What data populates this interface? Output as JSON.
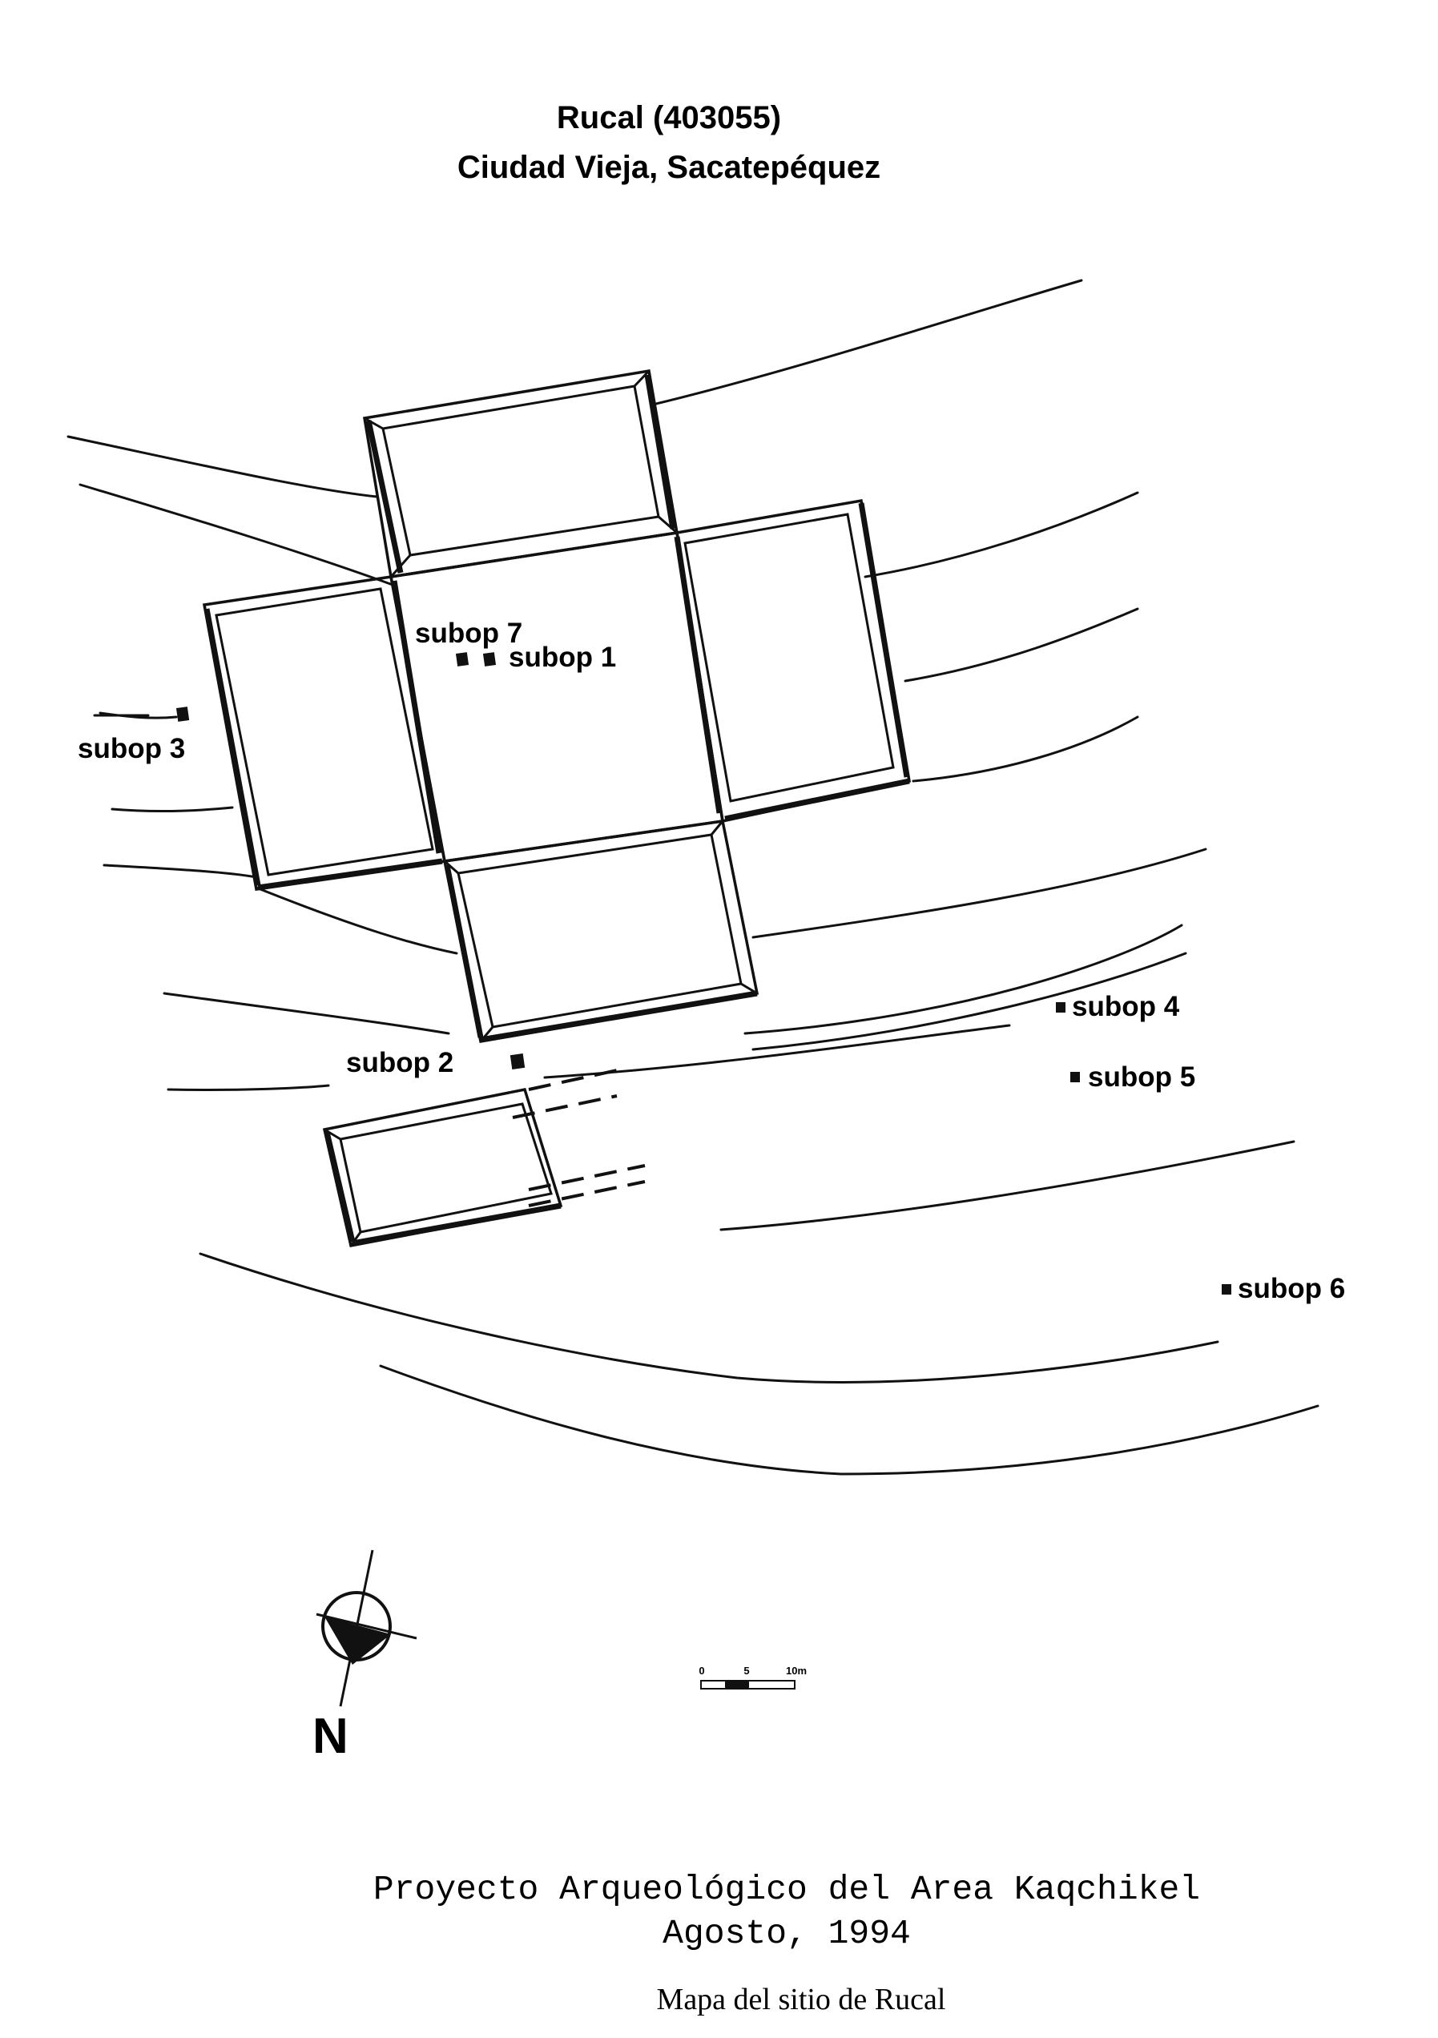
{
  "header": {
    "title": "Rucal (403055)",
    "subtitle": "Ciudad Vieja, Sacatepéquez"
  },
  "map": {
    "labels": {
      "subop1": "subop 1",
      "subop2": "subop 2",
      "subop3": "subop 3",
      "subop4": "subop 4",
      "subop5": "subop 5",
      "subop6": "subop 6",
      "subop7": "subop 7"
    },
    "north_label": "N",
    "scale": {
      "ticks": [
        "0",
        "5",
        "10m"
      ]
    }
  },
  "footer": {
    "project": "Proyecto Arqueológico del Area Kaqchikel",
    "date": "Agosto, 1994",
    "caption": "Mapa del sitio de Rucal"
  }
}
